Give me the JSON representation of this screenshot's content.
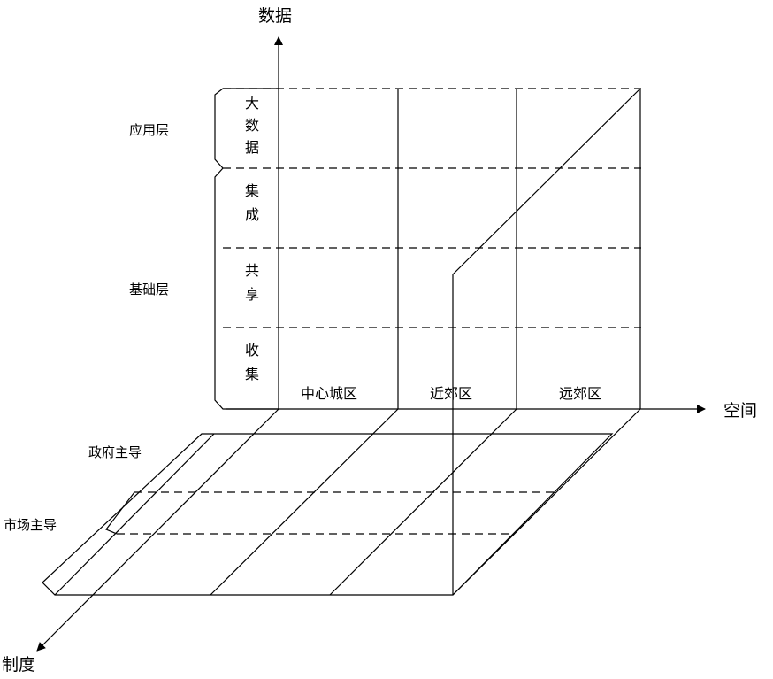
{
  "axes": {
    "vertical": "数据",
    "horizontal": "空间",
    "depth": "制度"
  },
  "data_layers": {
    "application": "应用层",
    "base": "基础层"
  },
  "data_levels": [
    {
      "chars": [
        "大",
        "数",
        "据"
      ]
    },
    {
      "chars": [
        "集",
        "成"
      ]
    },
    {
      "chars": [
        "共",
        "享"
      ]
    },
    {
      "chars": [
        "收",
        "集"
      ]
    }
  ],
  "space_zones": [
    "中心城区",
    "近郊区",
    "远郊区"
  ],
  "institution": {
    "government": "政府主导",
    "market": "市场主导"
  }
}
